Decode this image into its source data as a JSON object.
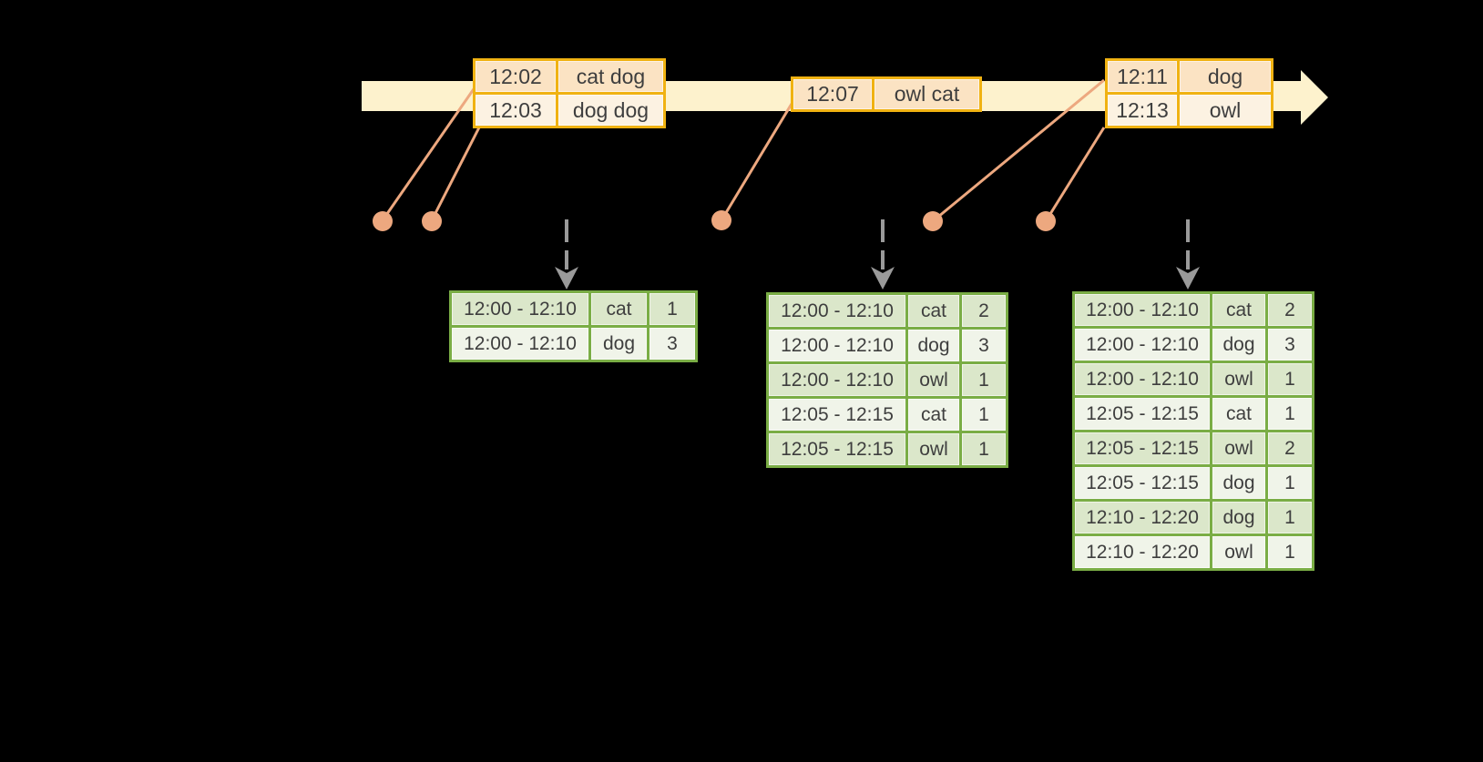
{
  "background": "#000000",
  "timeline": {
    "arrow_color": "#fdf2cd",
    "event_line_color": "#eda87f",
    "event_dot_color": "#eda87f",
    "trigger_arrow_color": "#9a9a9a",
    "event_table_grid_color": "#f0b212",
    "event_row_fill_dark": "#fbe3c3",
    "event_row_fill_light": "#fcf2e2"
  },
  "result_style": {
    "grid_color": "#7aad45",
    "row_fill_dark": "#dbe7ca",
    "row_fill_light": "#f0f4e9",
    "text_color": "#3e3e3e"
  },
  "event_tables": [
    {
      "rows": [
        [
          "12:02",
          "cat dog"
        ],
        [
          "12:03",
          "dog dog"
        ]
      ]
    },
    {
      "rows": [
        [
          "12:07",
          "owl cat"
        ]
      ]
    },
    {
      "rows": [
        [
          "12:11",
          "dog"
        ],
        [
          "12:13",
          "owl"
        ]
      ]
    }
  ],
  "result_tables": [
    {
      "rows": [
        [
          "12:00 - 12:10",
          "cat",
          "1"
        ],
        [
          "12:00 - 12:10",
          "dog",
          "3"
        ]
      ]
    },
    {
      "rows": [
        [
          "12:00 - 12:10",
          "cat",
          "2"
        ],
        [
          "12:00 - 12:10",
          "dog",
          "3"
        ],
        [
          "12:00 - 12:10",
          "owl",
          "1"
        ],
        [
          "12:05 - 12:15",
          "cat",
          "1"
        ],
        [
          "12:05 - 12:15",
          "owl",
          "1"
        ]
      ]
    },
    {
      "rows": [
        [
          "12:00 - 12:10",
          "cat",
          "2"
        ],
        [
          "12:00 - 12:10",
          "dog",
          "3"
        ],
        [
          "12:00 - 12:10",
          "owl",
          "1"
        ],
        [
          "12:05 - 12:15",
          "cat",
          "1"
        ],
        [
          "12:05 - 12:15",
          "owl",
          "2"
        ],
        [
          "12:05 - 12:15",
          "dog",
          "1"
        ],
        [
          "12:10 - 12:20",
          "dog",
          "1"
        ],
        [
          "12:10 - 12:20",
          "owl",
          "1"
        ]
      ]
    }
  ]
}
